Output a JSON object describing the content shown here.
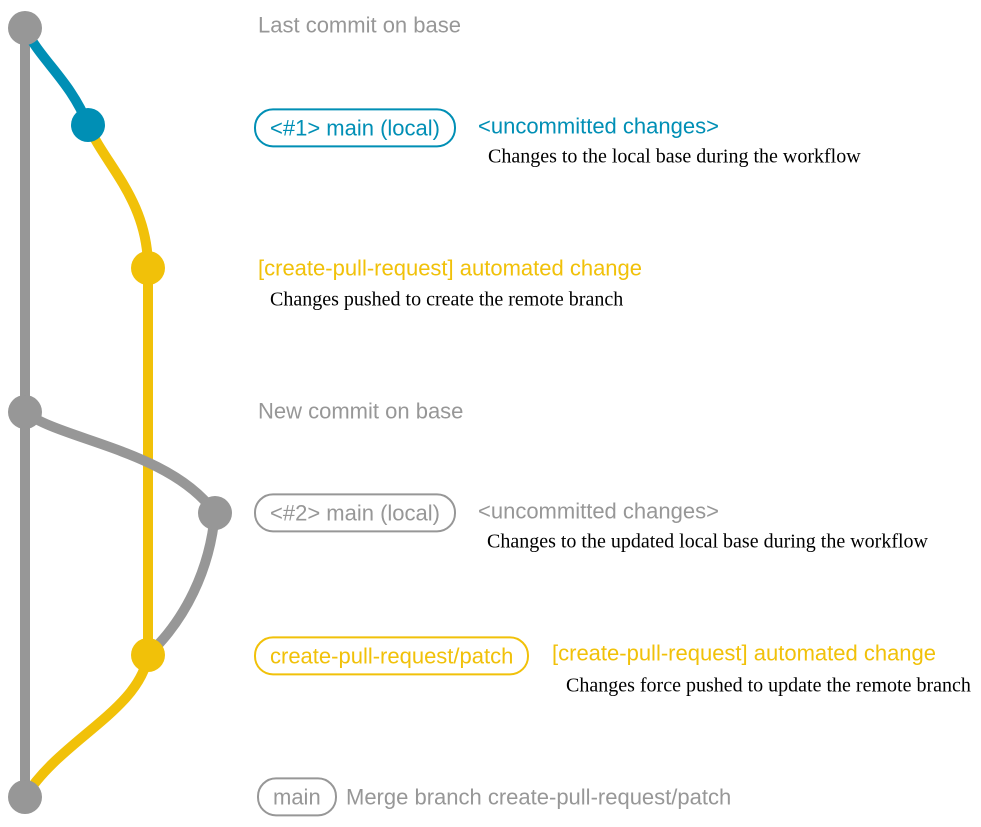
{
  "colors": {
    "gray": "#979797",
    "blue": "#008fb5",
    "yellow": "#f1c109",
    "note": "#000000",
    "background": "#ffffff"
  },
  "headers": {
    "last_commit_on_base": "Last commit on base",
    "new_commit_on_base": "New commit on base"
  },
  "commits": [
    {
      "branch_label": "<#1> main (local)",
      "message": "<uncommitted changes>",
      "note": "Changes to the local base during the workflow"
    },
    {
      "message": "[create-pull-request] automated change",
      "note": "Changes pushed to create the remote branch"
    },
    {
      "branch_label": "<#2> main (local)",
      "message": "<uncommitted changes>",
      "note": "Changes to the updated local base during the workflow"
    },
    {
      "branch_label": "create-pull-request/patch",
      "message": "[create-pull-request] automated change",
      "note": "Changes force pushed to update the remote branch"
    },
    {
      "branch_label": "main",
      "message": "Merge branch create-pull-request/patch"
    }
  ]
}
